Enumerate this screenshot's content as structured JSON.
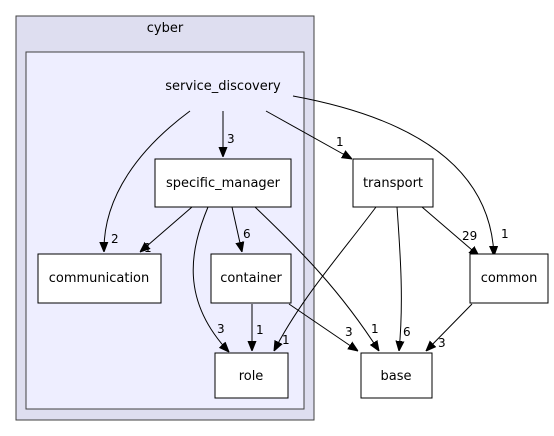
{
  "clusters": {
    "outer": {
      "label": "cyber"
    },
    "inner": {
      "label": "service_discovery"
    }
  },
  "nodes": {
    "specific_manager": {
      "label": "specific_manager"
    },
    "communication": {
      "label": "communication"
    },
    "container": {
      "label": "container"
    },
    "role": {
      "label": "role"
    },
    "transport": {
      "label": "transport"
    },
    "common": {
      "label": "common"
    },
    "base": {
      "label": "base"
    }
  },
  "edges": {
    "sd_specific_manager": {
      "from": "service_discovery",
      "to": "specific_manager",
      "label": "3"
    },
    "sd_communication": {
      "from": "service_discovery",
      "to": "communication",
      "label": "2"
    },
    "sd_transport": {
      "from": "service_discovery",
      "to": "transport",
      "label": "1"
    },
    "sd_common": {
      "from": "service_discovery",
      "to": "common",
      "label": "1"
    },
    "sm_communication": {
      "from": "specific_manager",
      "to": "communication",
      "label": "1"
    },
    "sm_container": {
      "from": "specific_manager",
      "to": "container",
      "label": "6"
    },
    "sm_role": {
      "from": "specific_manager",
      "to": "role",
      "label": "3"
    },
    "sm_base": {
      "from": "specific_manager",
      "to": "base",
      "label": "1"
    },
    "container_role": {
      "from": "container",
      "to": "role",
      "label": "1"
    },
    "container_base": {
      "from": "container",
      "to": "base",
      "label": "3"
    },
    "transport_role": {
      "from": "transport",
      "to": "role",
      "label": "1"
    },
    "transport_base": {
      "from": "transport",
      "to": "base",
      "label": "6"
    },
    "transport_common": {
      "from": "transport",
      "to": "common",
      "label": "29"
    },
    "common_base": {
      "from": "common",
      "to": "base",
      "label": "3"
    }
  },
  "colors": {
    "outer_fill": "#dedef0",
    "outer_stroke": "#404040",
    "inner_fill": "#eeeeff",
    "inner_stroke": "#404040",
    "highlight_stroke": "#e00000"
  }
}
